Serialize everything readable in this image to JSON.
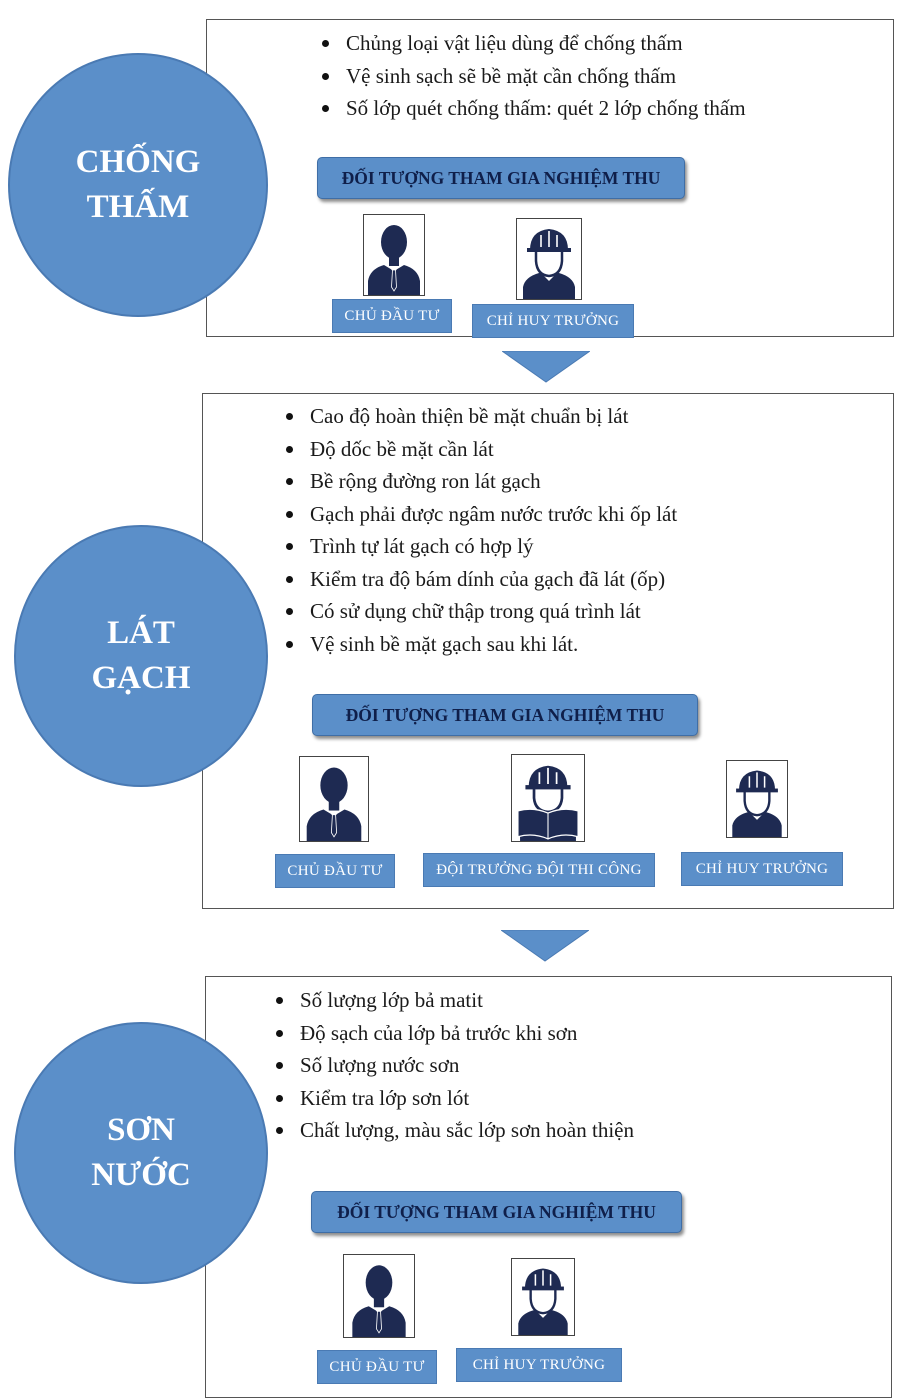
{
  "colors": {
    "circle": "#5b8fc9",
    "label_text": "#0f1f4a",
    "figure": "#1e2a52"
  },
  "section_heading": "ĐỐI TƯỢNG THAM GIA NGHIỆM THU",
  "stages": [
    {
      "title_line1": "CHỐNG",
      "title_line2": "THẤM",
      "items": [
        "Chủng loại vật liệu dùng để chống thấm",
        "Vệ sinh sạch sẽ bề mặt cần chống thấm",
        "Số lớp quét chống thấm: quét 2 lớp chống thấm"
      ],
      "participants": [
        {
          "label": "CHỦ ĐẦU TƯ",
          "icon": "businessman-icon"
        },
        {
          "label": "CHỈ HUY TRƯỞNG",
          "icon": "hardhat-worker-icon"
        }
      ]
    },
    {
      "title_line1": "LÁT",
      "title_line2": "GẠCH",
      "items": [
        "Cao độ hoàn thiện bề mặt chuẩn bị lát",
        "Độ dốc bề mặt cần lát",
        "Bề rộng đường ron lát gạch",
        "Gạch phải được ngâm nước trước khi ốp lát",
        "Trình tự lát gạch có hợp lý",
        "Kiểm tra độ bám dính của gạch đã lát (ốp)",
        "Có sử dụng chữ thập trong quá trình lát",
        "Vệ sinh bề mặt gạch sau khi lát."
      ],
      "participants": [
        {
          "label": "CHỦ ĐẦU TƯ",
          "icon": "businessman-icon"
        },
        {
          "label": "ĐỘI TRƯỞNG ĐỘI THI CÔNG",
          "icon": "worker-blueprint-icon"
        },
        {
          "label": "CHỈ HUY TRƯỞNG",
          "icon": "hardhat-worker-icon"
        }
      ]
    },
    {
      "title_line1": "SƠN",
      "title_line2": "NƯỚC",
      "items": [
        "Số lượng lớp bả matit",
        "Độ sạch của lớp bả trước khi sơn",
        "Số lượng nước sơn",
        "Kiểm tra lớp sơn lót",
        "Chất lượng, màu sắc lớp sơn hoàn thiện"
      ],
      "participants": [
        {
          "label": "CHỦ ĐẦU TƯ",
          "icon": "businessman-icon"
        },
        {
          "label": "CHỈ HUY TRƯỞNG",
          "icon": "hardhat-worker-icon"
        }
      ]
    }
  ]
}
